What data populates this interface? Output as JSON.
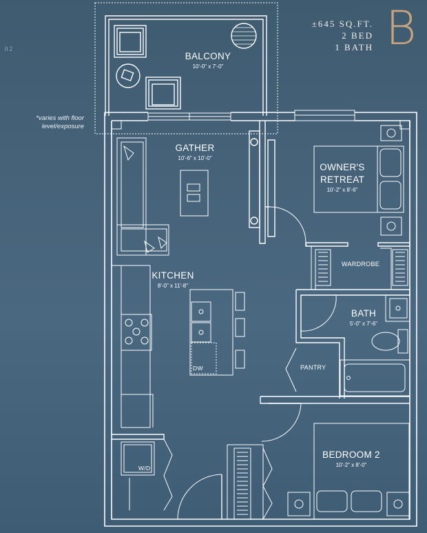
{
  "plan": {
    "area": "±645 SQ.FT.",
    "beds": "2 BED",
    "baths": "1 BATH",
    "plan_letter": "B",
    "page_mark": "02",
    "note": "*varies with floor level/exposure"
  },
  "rooms": {
    "balcony": {
      "name": "BALCONY",
      "dims": "10'-0\" x 7'-0\""
    },
    "gather": {
      "name": "GATHER",
      "dims": "10'-6\" x 10'-0\""
    },
    "owners": {
      "name_line1": "OWNER'S",
      "name_line2": "RETREAT",
      "dims": "10'-2\" x 8'-6\""
    },
    "kitchen": {
      "name": "KITCHEN",
      "dims": "8'-0\" x 11'-8\""
    },
    "bath": {
      "name": "BATH",
      "dims": "5'-0\" x 7'-6\""
    },
    "bedroom2": {
      "name": "BEDROOM 2",
      "dims": "10'-2\" x 8'-0\""
    }
  },
  "labels": {
    "wardrobe": "WARDROBE",
    "pantry": "PANTRY",
    "dishwasher": "DW",
    "washer_dryer": "W/D"
  }
}
